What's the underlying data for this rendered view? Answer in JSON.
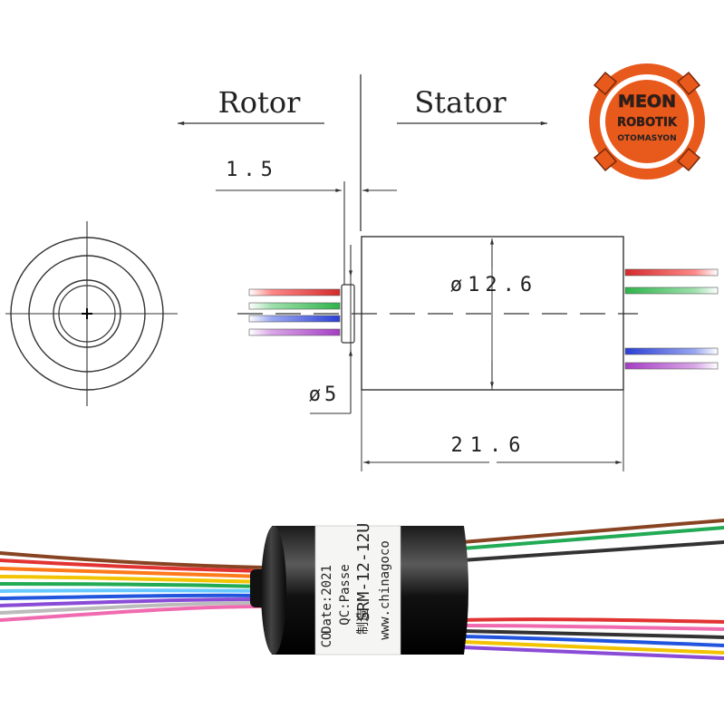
{
  "labels": {
    "rotor": "Rotor",
    "stator": "Stator",
    "shaft_length": "1.5",
    "body_diameter": "ø12.6",
    "shaft_diameter": "ø5",
    "body_length": "21.6"
  },
  "logo": {
    "line1": "MEON",
    "line2": "ROBOTIK",
    "line3": "OTOMASYON",
    "color": "#e8591c"
  },
  "product_label": {
    "brand": "CO",
    "date": "Date:2021",
    "qc": "QC:Passe",
    "made": "制造",
    "model": "SRM-12-12U",
    "website": "www.chinagoco"
  },
  "wire_colors": {
    "drawing_rotor": [
      "#d42a2a",
      "#2fb34a",
      "#2a3fd4",
      "#a63dc4"
    ],
    "drawing_stator": [
      "#d42a2a",
      "#2fb34a",
      "#2a3fd4",
      "#a63dc4"
    ],
    "photo": [
      "#e23333",
      "#22aa55",
      "#2255dd",
      "#f2c300",
      "#ff7a1a",
      "#8a4bd6",
      "#ffffff",
      "#333333",
      "#bbbbbb",
      "#f06ab0",
      "#66c8ff",
      "#884422"
    ]
  }
}
